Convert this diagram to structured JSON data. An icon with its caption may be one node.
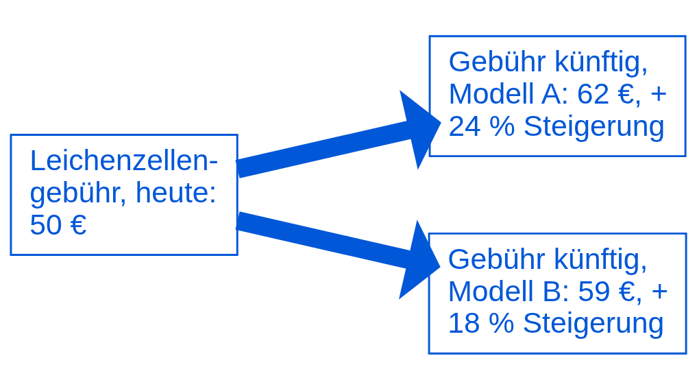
{
  "diagram": {
    "nodes": [
      {
        "text": [
          "Leichenzellen- gebühr, heute: 50 €"
        ]
      },
      {
        "text": [
          "Gebühr künftig, Modell A: 62 €, + 24 % Steigerung"
        ]
      },
      {
        "text": [
          "Gebühr künftig, Modell B: 59 €, + 18 % Steigerung"
        ]
      }
    ],
    "edges": [
      {
        "from": 0,
        "to": 1,
        "arrow": "to"
      },
      {
        "from": 0,
        "to": 2,
        "arrow": "to"
      }
    ]
  }
}
